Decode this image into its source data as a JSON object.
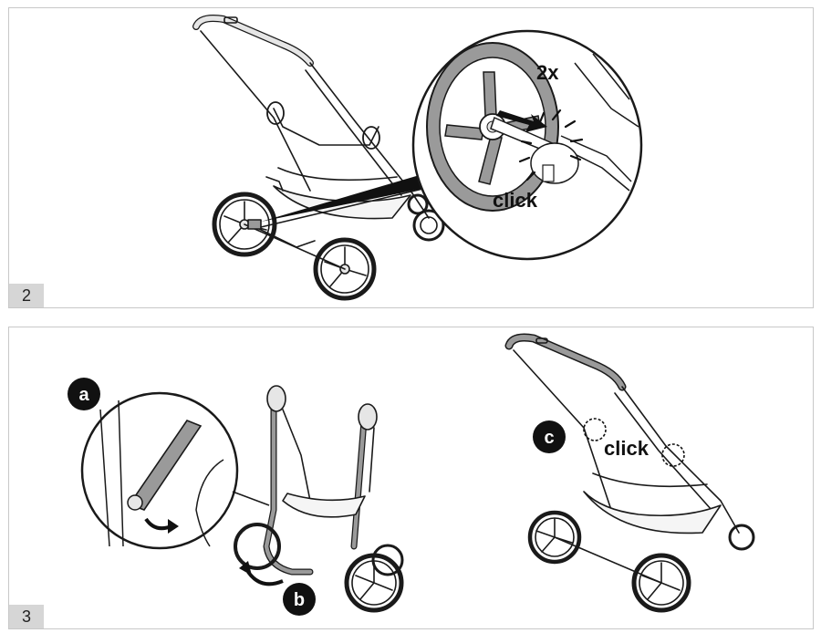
{
  "steps": [
    {
      "number": "2",
      "labels": {
        "count": "2x",
        "sound": "click"
      }
    },
    {
      "number": "3",
      "labels": {
        "a": "a",
        "b": "b",
        "c": "c",
        "sound": "click"
      }
    }
  ],
  "colors": {
    "line": "#1a1a1a",
    "grey_fill": "#9a9a9a",
    "light_fill": "#e6e6e6",
    "badge": "#111111",
    "panel_border": "#c8c8c8",
    "label_bg": "#d6d6d6"
  }
}
